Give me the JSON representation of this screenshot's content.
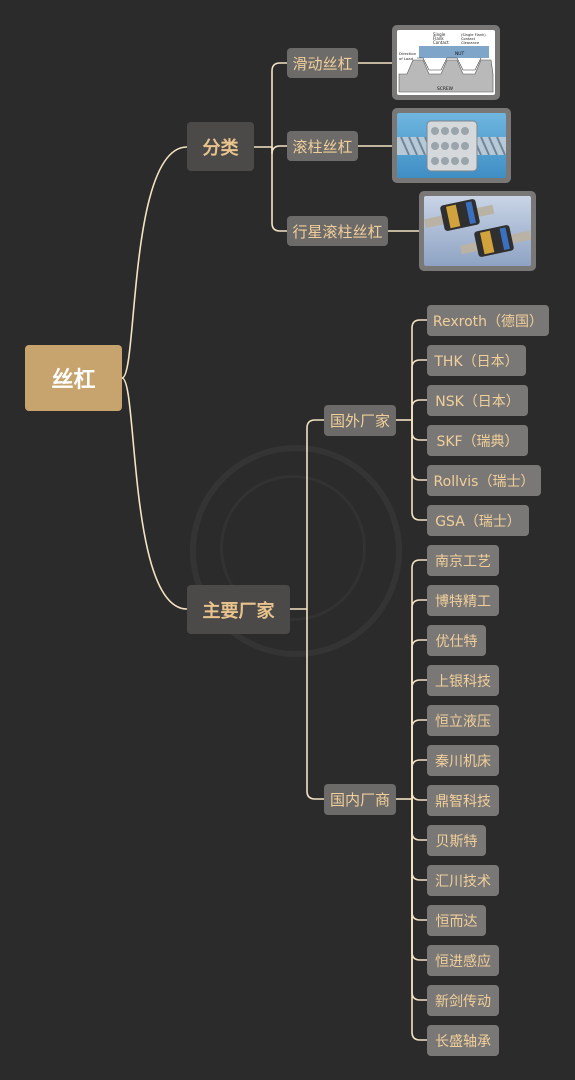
{
  "root": {
    "label": "丝杠"
  },
  "branches": {
    "classify": {
      "label": "分类"
    },
    "makers": {
      "label": "主要厂家"
    }
  },
  "categories": [
    {
      "label": "滑动丝杠",
      "image": "sliding-screw-diagram"
    },
    {
      "label": "滚柱丝杠",
      "image": "ball-screw-cutaway"
    },
    {
      "label": "行星滚柱丝杠",
      "image": "planetary-roller-screw"
    }
  ],
  "diagram_labels": {
    "single_flank_contact": "Single\nFlank\nContact",
    "single_flank_contact_clearance": "(Single Flank)\nContact\nClearance",
    "nut": "NUT",
    "direction_of_load": "Direction\nof Load",
    "screw": "SCREW"
  },
  "foreign": {
    "label": "国外厂家",
    "items": [
      "Rexroth（德国）",
      "THK（日本）",
      "NSK（日本）",
      "SKF（瑞典）",
      "Rollvis（瑞士）",
      "GSA（瑞士）"
    ]
  },
  "domestic": {
    "label": "国内厂商",
    "items": [
      "南京工艺",
      "博特精工",
      "优仕特",
      "上银科技",
      "恒立液压",
      "秦川机床",
      "鼎智科技",
      "贝斯特",
      "汇川技术",
      "恒而达",
      "恒进感应",
      "新剑传动",
      "长盛轴承"
    ]
  },
  "colors": {
    "background": "#2b2b2b",
    "root_fill": "#c7a36e",
    "level1_fill": "#4b4a48",
    "level2_fill": "#6d6b69",
    "accent_text": "#f1cf9a",
    "connector": "#f3e3c3"
  }
}
